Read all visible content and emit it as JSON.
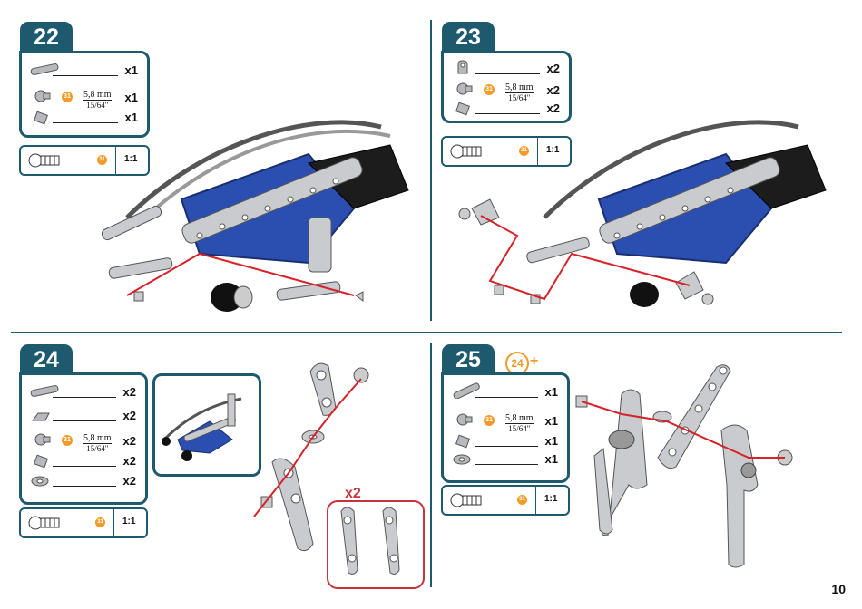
{
  "page_number": "10",
  "steps": [
    {
      "number": "22",
      "parts": [
        {
          "name": "strip-part",
          "qty": "x1"
        },
        {
          "name": "screw-part",
          "qty": "x1",
          "code": "31",
          "dim_mm": "5,8 mm",
          "dim_in": "15/64\""
        },
        {
          "name": "nut-part",
          "qty": "x1"
        }
      ],
      "scale": {
        "code": "31",
        "ratio": "1:1"
      }
    },
    {
      "number": "23",
      "parts": [
        {
          "name": "angle-bracket-part",
          "qty": "x2"
        },
        {
          "name": "screw-part",
          "qty": "x2",
          "code": "31",
          "dim_mm": "5,8 mm",
          "dim_in": "15/64\""
        },
        {
          "name": "nut-part",
          "qty": "x2"
        }
      ],
      "scale": {
        "code": "31",
        "ratio": "1:1"
      }
    },
    {
      "number": "24",
      "parts": [
        {
          "name": "strip-part",
          "qty": "x2"
        },
        {
          "name": "angle-bracket-part",
          "qty": "x2"
        },
        {
          "name": "screw-part",
          "qty": "x2",
          "code": "31",
          "dim_mm": "5,8 mm",
          "dim_in": "15/64\""
        },
        {
          "name": "nut-part",
          "qty": "x2"
        },
        {
          "name": "washer-part",
          "qty": "x2"
        }
      ],
      "scale": {
        "code": "31",
        "ratio": "1:1"
      },
      "multiplier": "x2"
    },
    {
      "number": "25",
      "previous_step_ref": "24",
      "previous_step_plus": "+",
      "parts": [
        {
          "name": "strip-part",
          "qty": "x1"
        },
        {
          "name": "screw-part",
          "qty": "x1",
          "code": "31",
          "dim_mm": "5,8 mm",
          "dim_in": "15/64\""
        },
        {
          "name": "nut-part",
          "qty": "x1"
        },
        {
          "name": "washer-part",
          "qty": "x1"
        }
      ],
      "scale": {
        "code": "31",
        "ratio": "1:1"
      }
    }
  ],
  "colors": {
    "frame": "#1d5a6e",
    "accent": "#f39b2a",
    "line": "#d6232a",
    "part_blue": "#2b4fb0",
    "metal": "#b7b9bd"
  }
}
